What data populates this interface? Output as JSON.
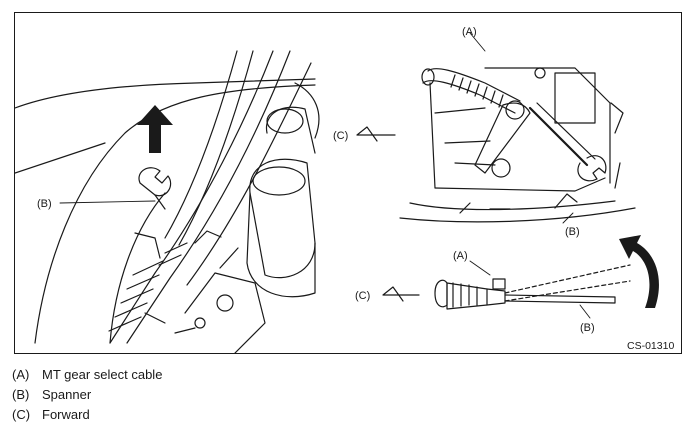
{
  "figure": {
    "labels": {
      "a_top": "(A)",
      "b_left": "(B)",
      "c_top": "(C)",
      "b_right": "(B)",
      "a_bottom": "(A)",
      "c_bottom": "(C)",
      "b_bottom": "(B)"
    },
    "code": "CS-01310"
  },
  "legend": [
    {
      "key": "(A)",
      "text": "MT gear select cable"
    },
    {
      "key": "(B)",
      "text": "Spanner"
    },
    {
      "key": "(C)",
      "text": "Forward"
    }
  ]
}
